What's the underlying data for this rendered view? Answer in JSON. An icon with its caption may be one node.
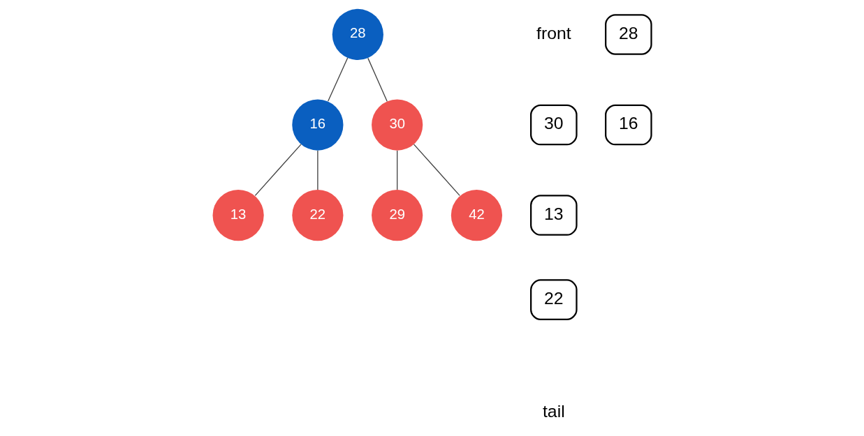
{
  "diagram": {
    "nodes": [
      {
        "text": [
          "28"
        ]
      },
      {
        "text": [
          "16"
        ]
      },
      {
        "text": [
          "30"
        ]
      },
      {
        "text": [
          "13"
        ]
      },
      {
        "text": [
          "22"
        ]
      },
      {
        "text": [
          "29"
        ]
      },
      {
        "text": [
          "42"
        ]
      },
      {
        "text": [
          "30"
        ]
      },
      {
        "text": [
          "13"
        ]
      },
      {
        "text": [
          "22"
        ]
      },
      {
        "text": [
          "28"
        ]
      },
      {
        "text": [
          "16"
        ]
      }
    ],
    "edges": [
      {
        "from": 0,
        "to": 1,
        "arrow": "none"
      },
      {
        "from": 0,
        "to": 2,
        "arrow": "none"
      },
      {
        "from": 1,
        "to": 3,
        "arrow": "none"
      },
      {
        "from": 1,
        "to": 4,
        "arrow": "none"
      },
      {
        "from": 2,
        "to": 5,
        "arrow": "none"
      },
      {
        "from": 2,
        "to": 6,
        "arrow": "none"
      }
    ],
    "labels": [
      "front",
      "tail"
    ]
  }
}
